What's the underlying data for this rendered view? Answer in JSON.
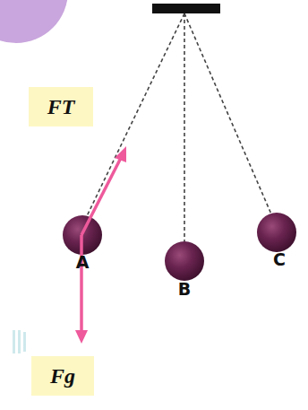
{
  "diagram": {
    "nodes": [
      {
        "text": [
          "FT"
        ]
      },
      {
        "text": [
          "Fg"
        ]
      }
    ],
    "labels": [
      "A",
      "B",
      "C"
    ]
  }
}
